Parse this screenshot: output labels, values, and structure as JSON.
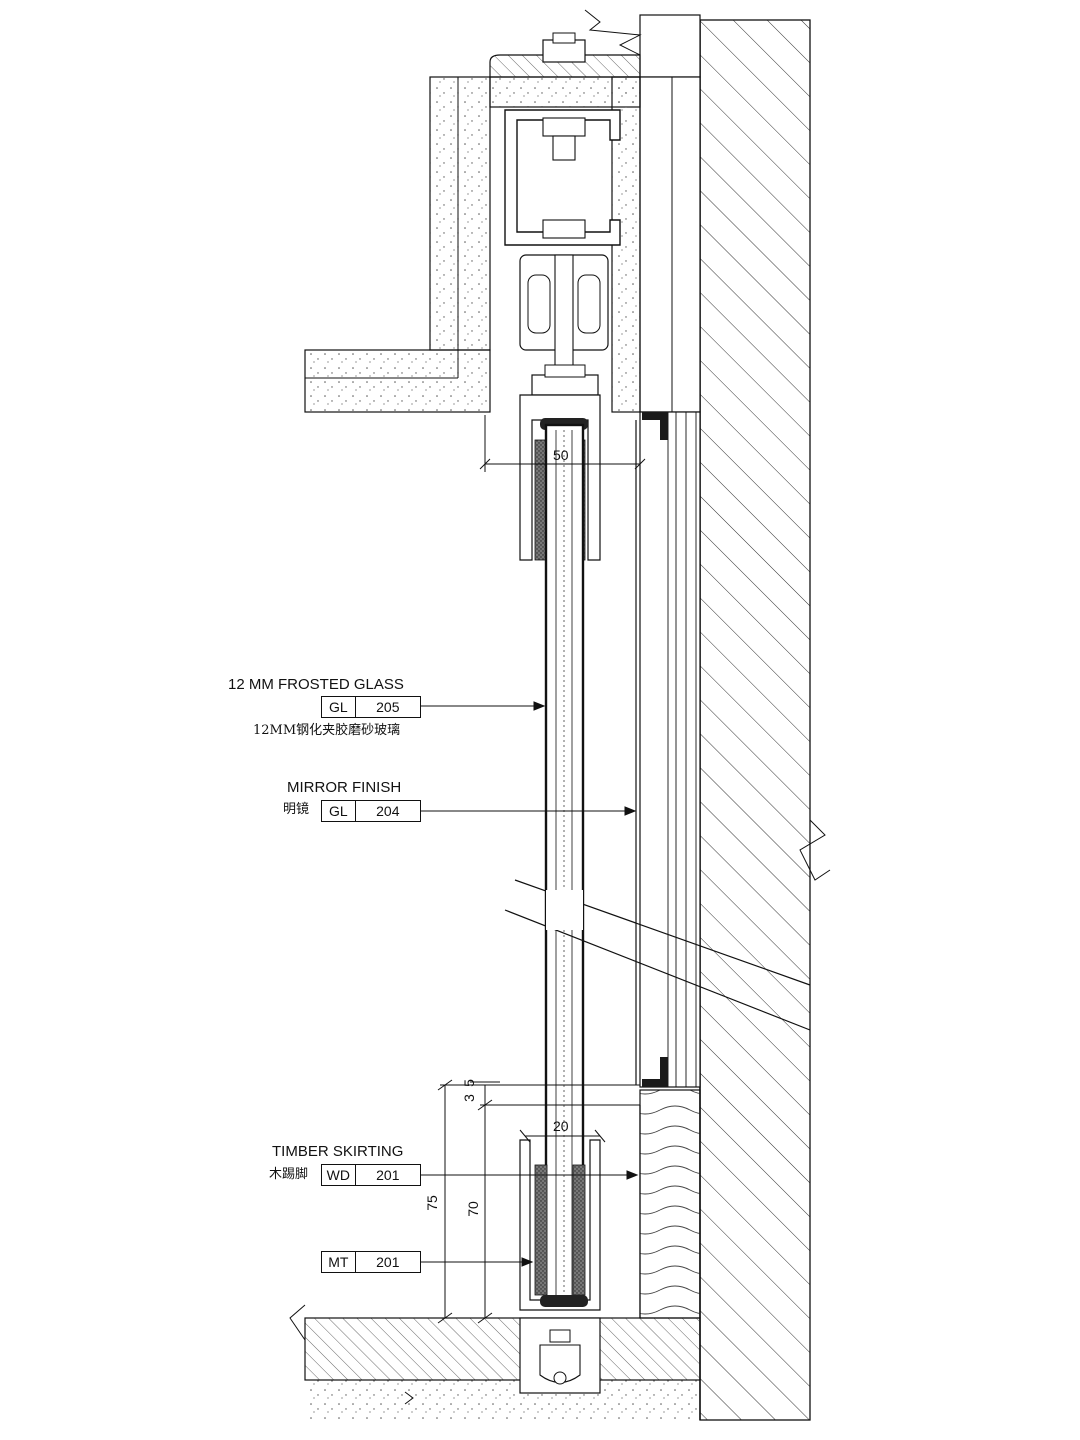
{
  "callouts": {
    "frosted_glass": {
      "title": "12 MM FROSTED GLASS",
      "code": "GL",
      "number": "205",
      "note_cn": "12MM钢化夹胶磨砂玻璃"
    },
    "mirror": {
      "title": "MIRROR FINISH",
      "prefix_cn": "明镜",
      "code": "GL",
      "number": "204"
    },
    "skirting": {
      "title": "TIMBER SKIRTING",
      "prefix_cn": "木踢脚",
      "code": "WD",
      "number": "201"
    },
    "metal": {
      "code": "MT",
      "number": "201"
    }
  },
  "dimensions": {
    "top_width": "50",
    "bottom_width": "20",
    "gap_a": "5",
    "gap_b": "3",
    "height_outer": "75",
    "height_inner": "70"
  },
  "colors": {
    "line": "#111111",
    "hatch": "#333333",
    "fill_dark": "#1a1a1a"
  }
}
